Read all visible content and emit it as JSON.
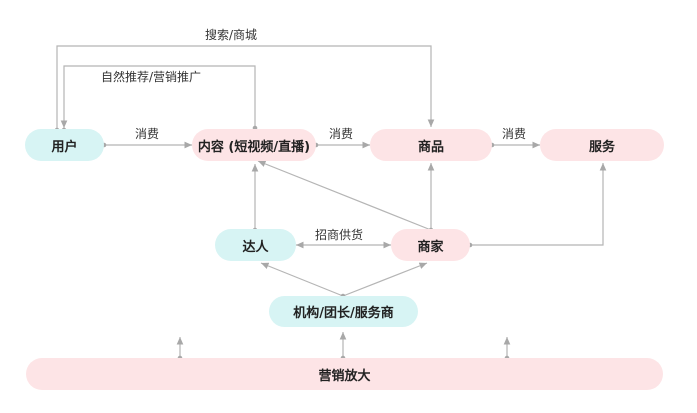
{
  "nodes": {
    "user": "用户",
    "content": "内容 (短视频/直播)",
    "product": "商品",
    "service": "服务",
    "influencer": "达人",
    "merchant": "商家",
    "agency": "机构/团长/服务商",
    "marketing": "营销放大"
  },
  "edges": {
    "search_mall": "搜索/商城",
    "recommend": "自然推荐/营销推广",
    "consume_1": "消费",
    "consume_2": "消费",
    "consume_3": "消费",
    "supply": "招商供货"
  },
  "colors": {
    "cyan_node": "#d7f4f4",
    "pink_node": "#fde4e6",
    "line": "#b5b5b5"
  }
}
